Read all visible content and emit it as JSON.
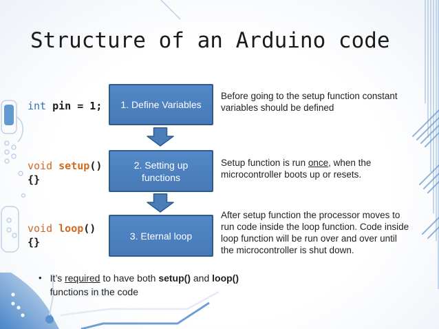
{
  "title": "Structure of an Arduino code",
  "colors": {
    "accent_blue": "#4a7ebb",
    "box_border": "#2e5c8a",
    "keyword_blue": "#2e75b6",
    "keyword_orange": "#d16a1f"
  },
  "code_blocks": [
    {
      "lines": [
        [
          {
            "t": "int",
            "c": "kb"
          },
          {
            "t": " pin = 1;"
          }
        ]
      ]
    },
    {
      "lines": [
        [
          {
            "t": "void",
            "c": "ko"
          },
          {
            "t": " "
          },
          {
            "t": "setup",
            "c": "kf"
          },
          {
            "t": "()"
          }
        ],
        [
          {
            "t": "{}"
          }
        ]
      ]
    },
    {
      "lines": [
        [
          {
            "t": "void",
            "c": "ko"
          },
          {
            "t": " "
          },
          {
            "t": "loop",
            "c": "kf"
          },
          {
            "t": "()"
          }
        ],
        [
          {
            "t": "{}"
          }
        ]
      ]
    }
  ],
  "flow_boxes": [
    {
      "label": "1. Define Variables"
    },
    {
      "label": "2. Setting up functions"
    },
    {
      "label": "3. Eternal loop"
    }
  ],
  "notes": [
    {
      "segments": [
        {
          "t": "Before going to the setup function constant\nvariables should be defined"
        }
      ]
    },
    {
      "segments": [
        {
          "t": "Setup function is run "
        },
        {
          "t": "once",
          "s": "u"
        },
        {
          "t": ", when the\nmicrocontroller boots up or resets."
        }
      ]
    },
    {
      "segments": [
        {
          "t": "After setup function the processor moves to\nrun code inside the loop function. Code inside\nloop function will be run over and over until\nthe microcontroller is shut down."
        }
      ]
    }
  ],
  "bullet": {
    "marker": "•",
    "segments": [
      {
        "t": "It’s "
      },
      {
        "t": "required",
        "s": "u"
      },
      {
        "t": " to have both "
      },
      {
        "t": "setup()",
        "s": "b"
      },
      {
        "t": " and "
      },
      {
        "t": "loop()",
        "s": "b"
      },
      {
        "t": "\nfunctions in the code"
      }
    ]
  }
}
